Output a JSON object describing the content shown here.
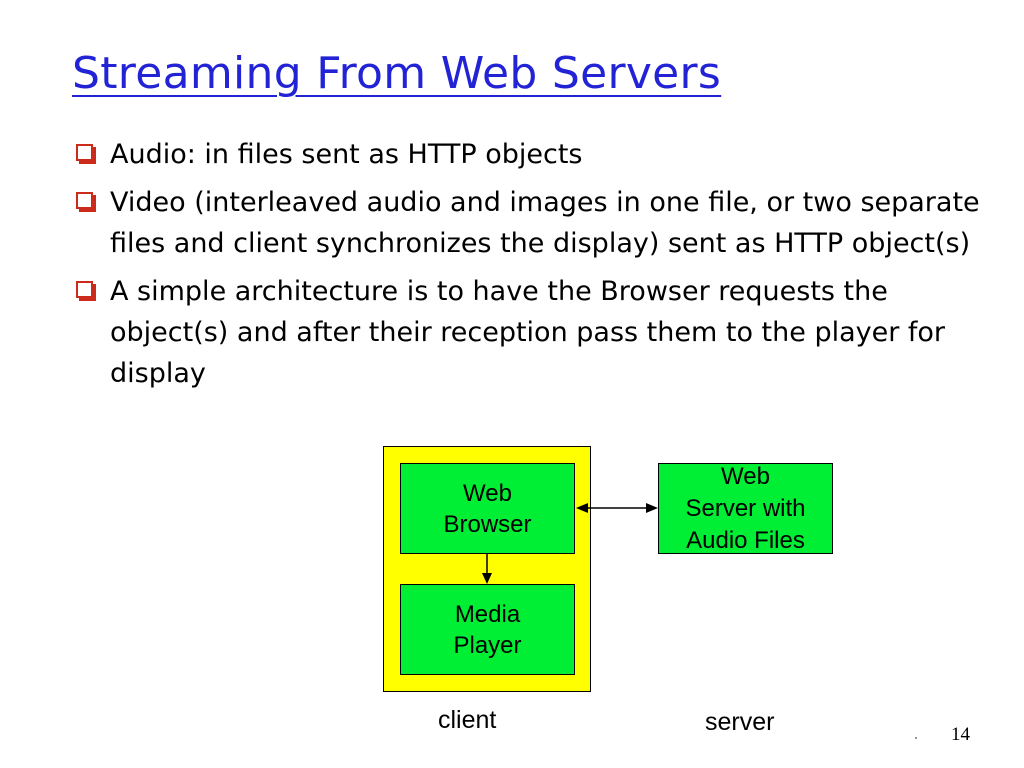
{
  "slide": {
    "title": "Streaming From Web Servers",
    "page_number": "14"
  },
  "bullets": [
    "Audio: in files sent as HTTP objects",
    "Video (interleaved audio and images in one file, or two separate files and client synchronizes the display) sent as HTTP object(s)",
    "A simple architecture is to have the Browser requests the object(s) and after their reception pass them to the player for display"
  ],
  "diagram": {
    "web_browser": [
      "Web",
      "Browser"
    ],
    "media_player": [
      "Media",
      "Player"
    ],
    "web_server": [
      "Web",
      "Server with",
      "Audio Files"
    ],
    "client_label": "client",
    "server_label": "server"
  },
  "colors": {
    "title": "#2323d6",
    "bullet_marker": "#cc2a1a",
    "client_area": "#ffff00",
    "node_fill": "#00ee33"
  },
  "icons": {
    "bullet_marker": "hollow-square-bullet-icon"
  }
}
